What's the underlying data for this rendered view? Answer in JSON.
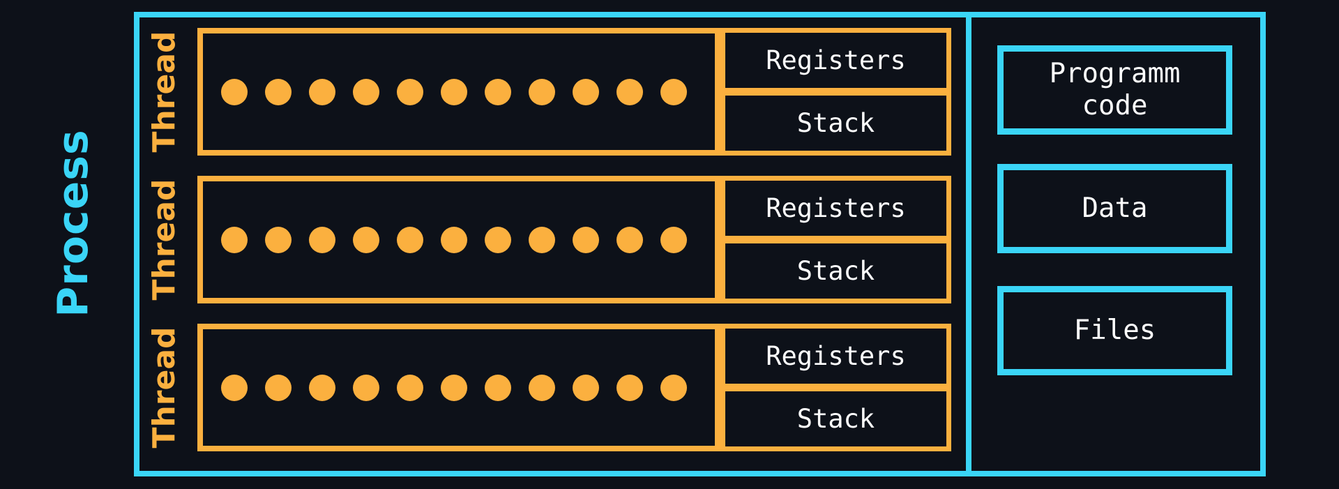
{
  "colors": {
    "background": "#0d1119",
    "process_accent": "#3ad5f7",
    "thread_accent": "#fbb03f",
    "text": "#fdfdfd"
  },
  "diagram": {
    "process": {
      "label": "Process"
    },
    "threads": [
      {
        "label": "Thread",
        "dot_count": 11,
        "registers_label": "Registers",
        "stack_label": "Stack"
      },
      {
        "label": "Thread",
        "dot_count": 11,
        "registers_label": "Registers",
        "stack_label": "Stack"
      },
      {
        "label": "Thread",
        "dot_count": 11,
        "registers_label": "Registers",
        "stack_label": "Stack"
      }
    ],
    "resources": [
      {
        "label": "Programm\ncode"
      },
      {
        "label": "Data"
      },
      {
        "label": "Files"
      }
    ]
  }
}
